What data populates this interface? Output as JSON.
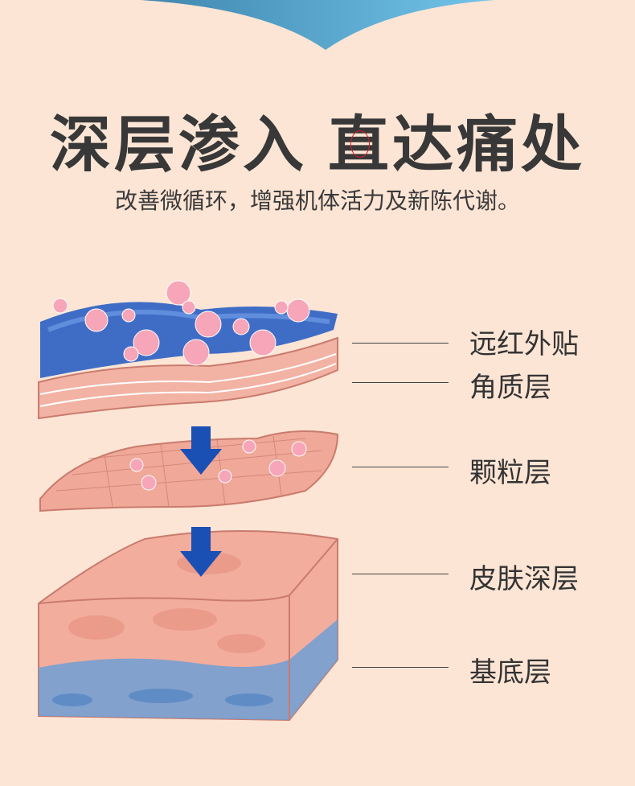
{
  "header": {
    "title_part1": "深层渗入",
    "title_part2": "直达痛处",
    "subtitle": "改善微循环，增强机体活力及新陈代谢。"
  },
  "layers": [
    {
      "label": "远红外贴"
    },
    {
      "label": "角质层"
    },
    {
      "label": "颗粒层"
    },
    {
      "label": "皮肤深层"
    },
    {
      "label": "基底层"
    }
  ],
  "colors": {
    "background": "#fde5d5",
    "banner": "#5aa8d4",
    "patch": "#2a5fc4",
    "skin": "#f0a898",
    "base": "#6f9fd6",
    "arrow": "#1a4fb4",
    "text": "#333333"
  }
}
